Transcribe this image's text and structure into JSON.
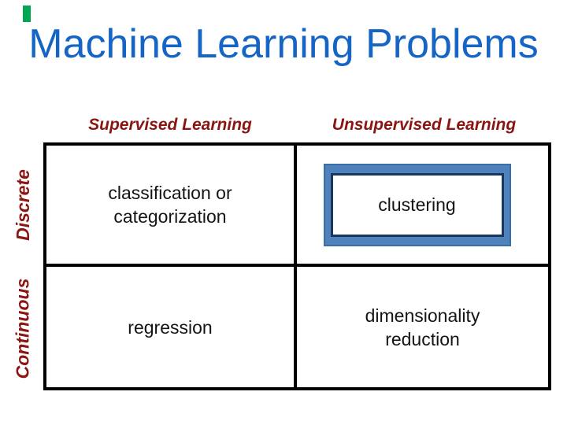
{
  "slide": {
    "title": "Machine Learning Problems",
    "title_color": "#1565C6",
    "accent_bar_color": "#00A651",
    "background_color": "#ffffff"
  },
  "matrix": {
    "header_color": "#8B1511",
    "grid_line_color": "#000000",
    "column_headers": [
      {
        "label": "Supervised Learning"
      },
      {
        "label": "Unsupervised Learning"
      }
    ],
    "row_headers": [
      {
        "label": "Discrete"
      },
      {
        "label": "Continuous"
      }
    ],
    "cells": {
      "discrete_supervised": "classification or categorization",
      "discrete_unsupervised": "clustering",
      "continuous_supervised": "regression",
      "continuous_unsupervised": "dimensionality reduction"
    },
    "highlight": {
      "applies_to": "clustering",
      "fill": "#4F81BD",
      "outline": "#3A6EA5",
      "inner_border": "#17375E",
      "inner_fill": "#ffffff"
    }
  }
}
